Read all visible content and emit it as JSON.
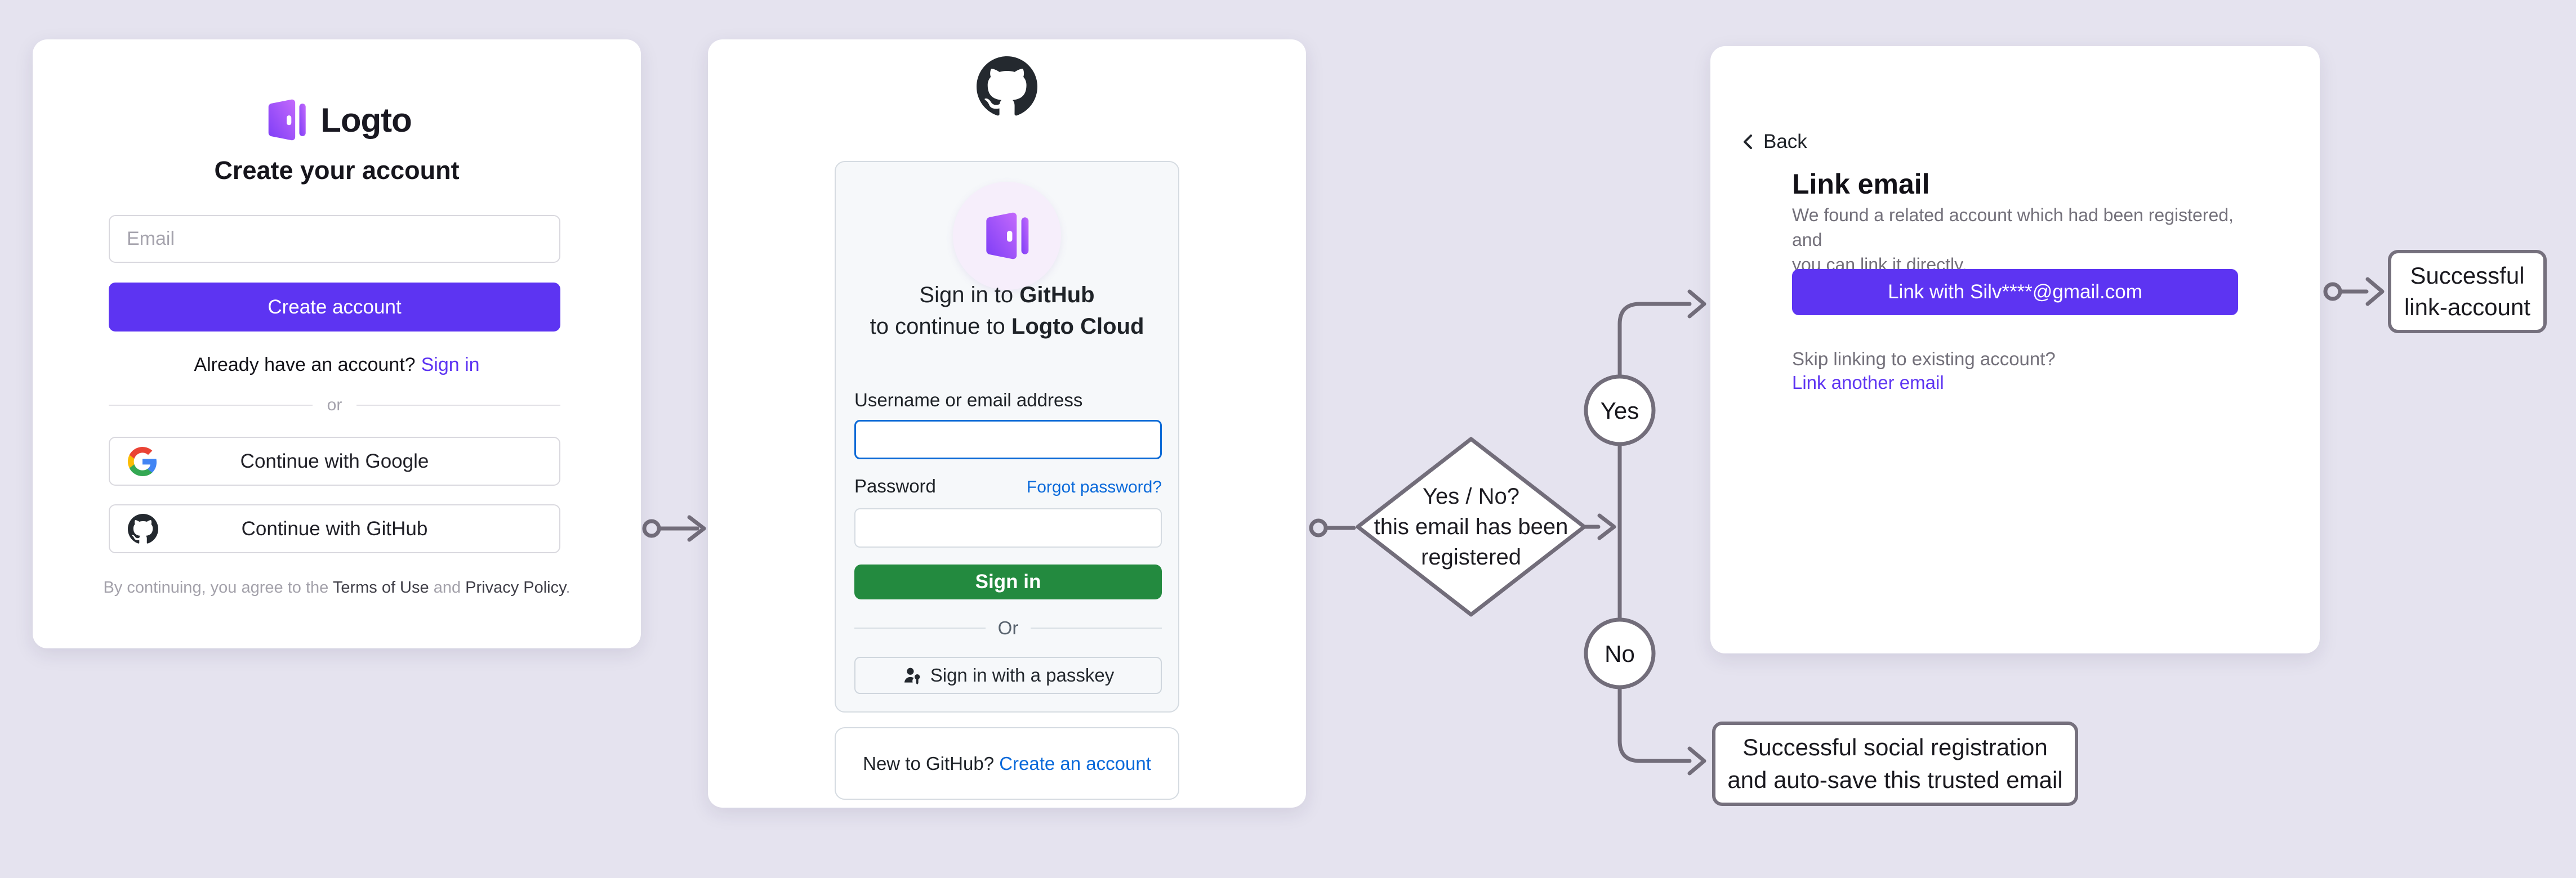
{
  "background_color": "#e5e3ef",
  "colors": {
    "accent_purple": "#5d34f2",
    "github_link_blue": "#0969da",
    "github_green": "#238a3f",
    "connector_gray": "#726d7a"
  },
  "logto_card": {
    "brand": "Logto",
    "title": "Create your account",
    "email_placeholder": "Email",
    "create_button": "Create account",
    "signin_prompt": "Already have an account?",
    "signin_link": "Sign in",
    "divider": "or",
    "google_button": "Continue with Google",
    "github_button": "Continue with GitHub",
    "terms_prefix": "By continuing, you agree to the ",
    "terms_link": "Terms of Use",
    "terms_and": " and ",
    "privacy_link": "Privacy Policy",
    "terms_suffix": "."
  },
  "github_card": {
    "heading_line1_prefix": "Sign in to ",
    "heading_line1_bold": "GitHub",
    "heading_line2_prefix": "to continue to ",
    "heading_line2_bold": "Logto Cloud",
    "username_label": "Username or email address",
    "password_label": "Password",
    "forgot_link": "Forgot password?",
    "signin_button": "Sign in",
    "divider": "Or",
    "passkey_button": "Sign in with a passkey",
    "new_prompt": "New to GitHub? ",
    "create_link": "Create an account"
  },
  "link_card": {
    "back_label": "Back",
    "title": "Link email",
    "description_line1": "We found a related account which had been registered, and",
    "description_line2": "you can link it directly.",
    "link_button": "Link with Silv****@gmail.com",
    "skip_text": "Skip linking to existing account?",
    "link_another": "Link another email"
  },
  "flow": {
    "decision_line1": "Yes / No?",
    "decision_line2": "this email has been",
    "decision_line3": "registered",
    "yes_label": "Yes",
    "no_label": "No",
    "success_link_line1": "Successful",
    "success_link_line2": "link-account",
    "success_social_line1": "Successful social registration",
    "success_social_line2": "and auto-save this trusted email"
  }
}
